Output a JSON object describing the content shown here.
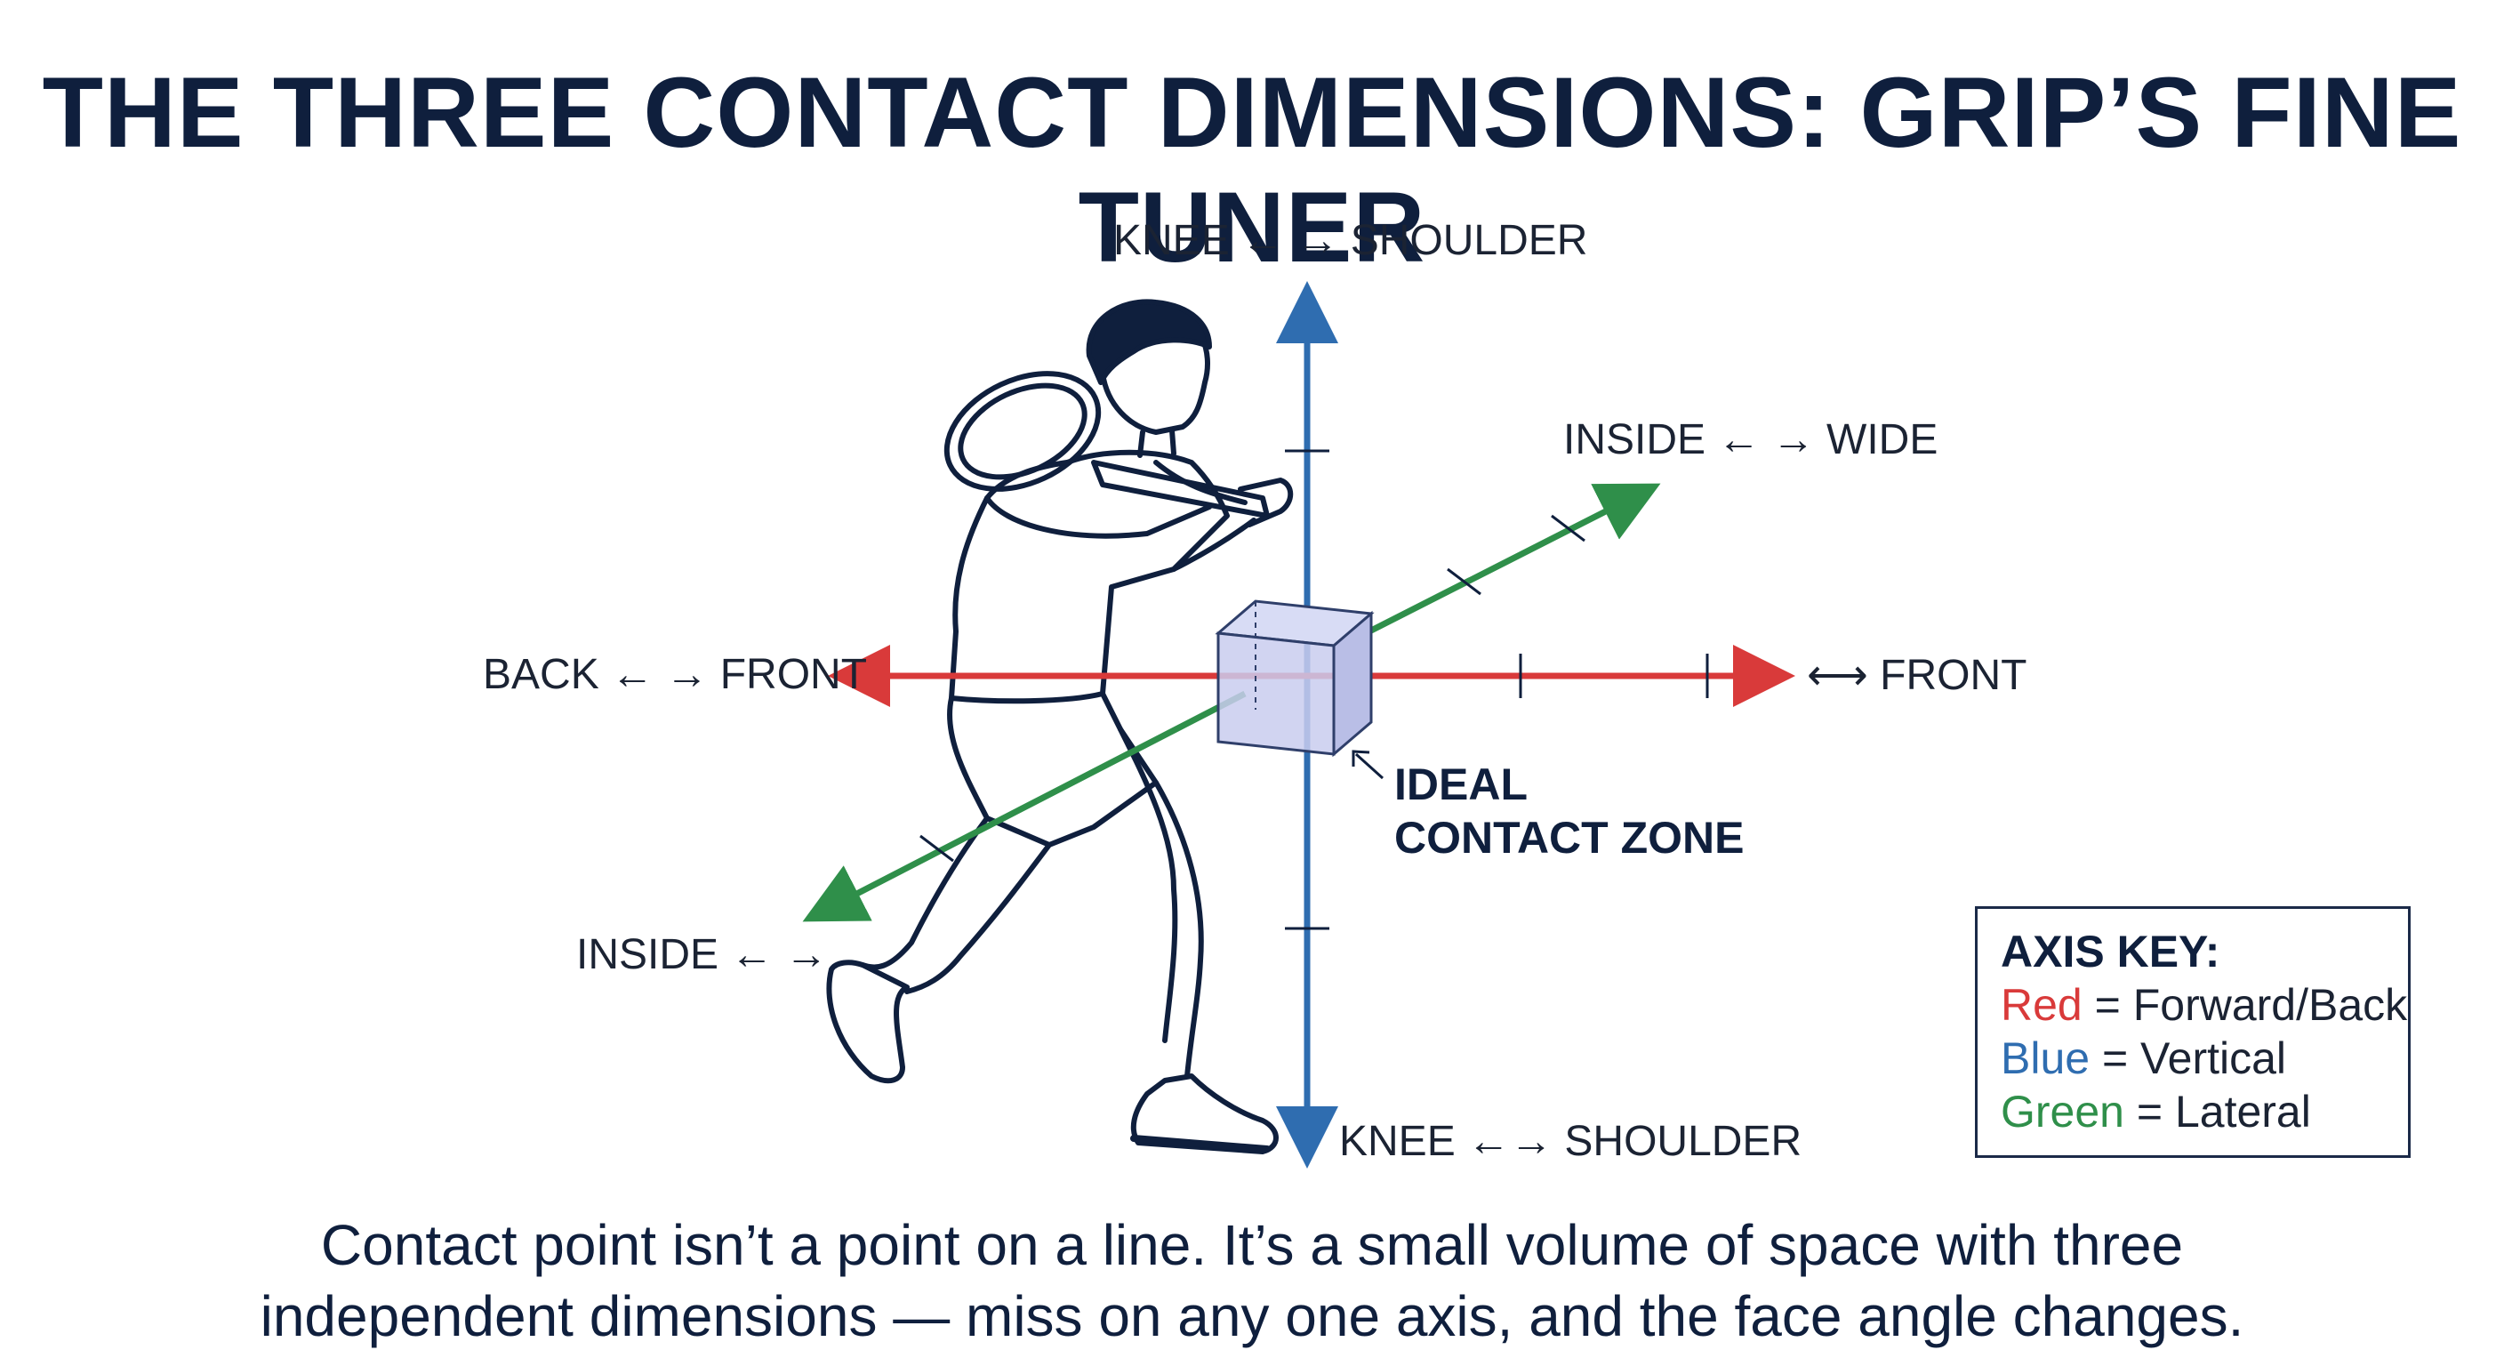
{
  "title": "THE THREE CONTACT DIMENSIONS: GRIP’S FINE TUNER",
  "axes": {
    "vertical_top": "KNEE ← → SHOULDER",
    "vertical_bottom": "KNEE ←→ SHOULDER",
    "forward_left": "BACK ← → FRONT",
    "forward_right": "⟷ FRONT",
    "lateral_top": "INSIDE ← → WIDE",
    "lateral_bottom": "INSIDE ← →"
  },
  "zone": {
    "line1": "IDEAL",
    "line2": "CONTACT ZONE"
  },
  "key": {
    "title": "AXIS KEY:",
    "items": [
      {
        "color_word": "Red",
        "rest": " = Forward/Back",
        "color": "#d93a3a"
      },
      {
        "color_word": "Blue",
        "rest": " = Vertical",
        "color": "#2f6db0"
      },
      {
        "color_word": "Green",
        "rest": " = Lateral",
        "color": "#2f8f4a"
      }
    ]
  },
  "caption": {
    "line1": "Contact point isn’t a point on a line. It’s a small volume of space with three",
    "line2": "independent dimensions — miss on any one axis, and the face angle changes."
  },
  "colors": {
    "red": "#d93a3a",
    "blue": "#2f6db0",
    "green": "#2f8f4a",
    "navy": "#0f1f3d",
    "cube": "#c9cdef"
  }
}
